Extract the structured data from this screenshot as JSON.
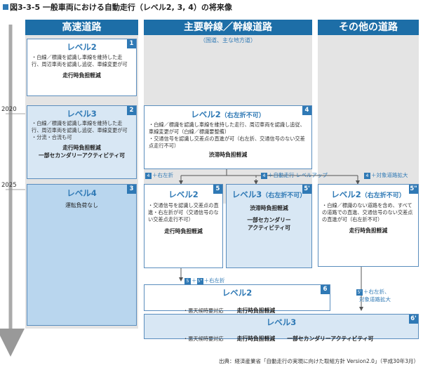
{
  "title": "図3-3-5 一般車両における自動走行（レベル2, 3, 4）の将来像",
  "columns": {
    "highway": "高速道路",
    "arterial": "主要幹線／幹線道路",
    "arterial_sub": "（国道、主な地方道）",
    "other": "その他の道路"
  },
  "years": {
    "y2020": "2020",
    "y2025": "2025"
  },
  "boxes": {
    "b1": {
      "num": "1",
      "level": "レベル2",
      "desc": "・白線／標識を認識し車線を維持した走行、周辺車両を認識し追従、車線変更が可",
      "emph": "走行時負担軽減"
    },
    "b2": {
      "num": "2",
      "level": "レベル3",
      "desc": "・白線／標識を認識し車線を維持した走行、周辺車両を認識し追従、車線変更が可",
      "desc2": "・分流・合流も可",
      "emph": "走行時負担軽減",
      "emph2": "一部セカンダリーアクティビティ可"
    },
    "b3": {
      "num": "3",
      "level": "レベル4",
      "emph": "運転負荷なし"
    },
    "b4": {
      "num": "4",
      "level": "レベル2",
      "level_sub": "（右左折不可）",
      "desc": "・白線／標識を認識し車線を維持した走行、周辺車両を認識し追従、車線変更が可（白線／標識要整備）",
      "desc2": "・交通信号を認識し交差点の直進が可（右左折、交通信号のない交差点走行不可）",
      "emph": "渋滞時負担軽減"
    },
    "b5": {
      "num": "5",
      "level": "レベル2",
      "desc": "・交通信号を認識し交差点の直進・右左折が可（交通信号のない交差点走行不可）",
      "emph": "走行時負担軽減"
    },
    "b5p": {
      "num": "5'",
      "level": "レベル3",
      "level_sub": "（右左折不可）",
      "emph": "渋滞時負担軽減",
      "emph2": "一部セカンダリー",
      "emph3": "アクティビティ可"
    },
    "b5pp": {
      "num": "5\"",
      "level": "レベル2",
      "level_sub": "（右左折不可）",
      "desc": "・白線／標識のない道路を含め、すべての道路での直進、交通信号のない交差点の直進が可（右左折不可）",
      "emph": "走行時負担軽減"
    },
    "b6": {
      "num": "6",
      "level": "レベル2",
      "desc": "・悪天候時要対応",
      "emph": "走行時負担軽減"
    },
    "b6p": {
      "num": "6'",
      "level": "レベル3",
      "desc": "・悪天候時要対応",
      "emph": "走行時負担軽減",
      "emph2": "一部セカンダリーアクティビティ可"
    }
  },
  "transitions": {
    "t1": {
      "num": "4",
      "text": "＋右左折"
    },
    "t2": {
      "num": "4",
      "text": "＋自動走行",
      "tail": "レベルアップ"
    },
    "t3": {
      "num": "4",
      "text": "＋対象道路拡大"
    },
    "t4": {
      "num1": "5",
      "num2": "5\"",
      "text": "＋右左折"
    },
    "t5": {
      "num": "5'",
      "text": "＋右左折、",
      "text2": "対象道路拡大"
    }
  },
  "source": "出典：経済産業省「自動走行の実現に向けた取組方針 Version2.0」（平成30年3月）"
}
